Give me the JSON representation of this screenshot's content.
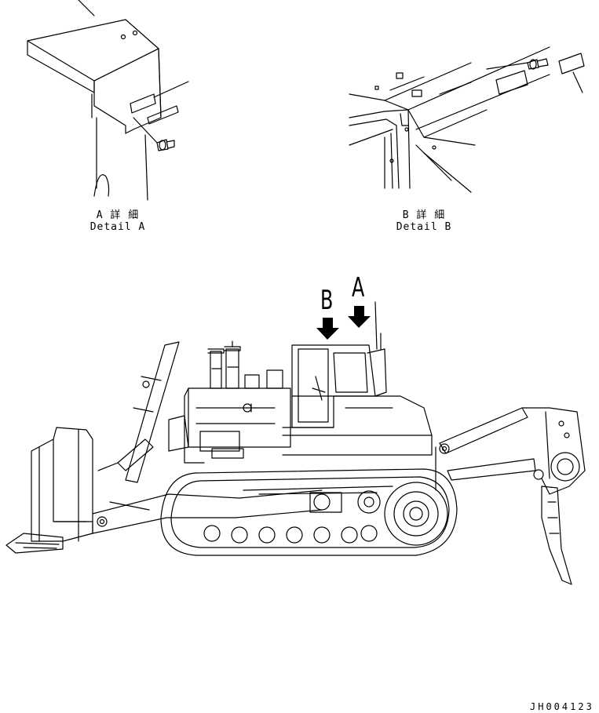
{
  "detail_a": {
    "jp": "A 詳 細",
    "en": "Detail A"
  },
  "detail_b": {
    "jp": "B 詳 細",
    "en": "Detail B"
  },
  "callouts": {
    "a": "A",
    "b": "B"
  },
  "drawing_number": "JH004123",
  "colors": {
    "line": "#000000",
    "background": "#ffffff"
  },
  "icons": [
    "arrow-down-icon"
  ]
}
